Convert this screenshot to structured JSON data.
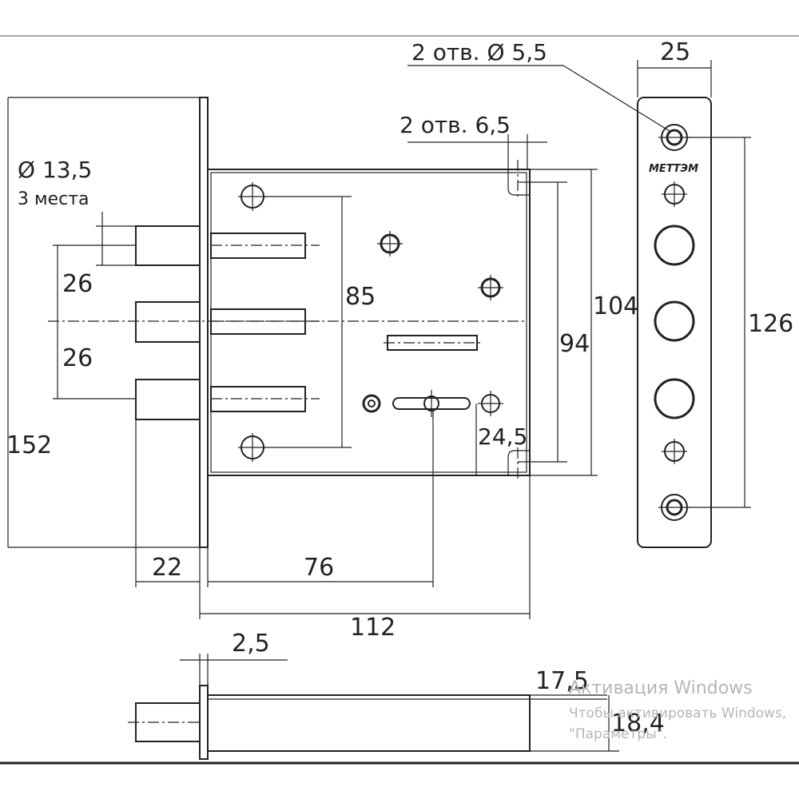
{
  "labels": {
    "holes_55": "2 отв. Ø 5,5",
    "holes_65": "2 отв. 6,5",
    "dia_135": "Ø 13,5",
    "three_places": "3 места",
    "brand": "МЕТТЭМ"
  },
  "dimensions": {
    "d25": "25",
    "d26_top": "26",
    "d26_bottom": "26",
    "d85": "85",
    "d104": "104",
    "d94": "94",
    "d126": "126",
    "d152": "152",
    "d24_5": "24,5",
    "d22": "22",
    "d76": "76",
    "d112": "112",
    "d2_5": "2,5",
    "d17_5": "17,5",
    "d18_4": "18,4"
  },
  "watermark": {
    "title": "Активация Windows",
    "line1": "Чтобы активировать Windows,",
    "line2": "\"Параметры\"."
  }
}
